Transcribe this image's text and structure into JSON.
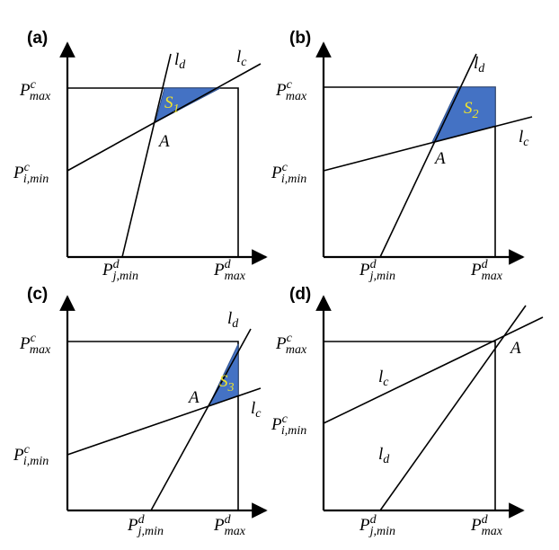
{
  "panels": [
    {
      "label": "(a)",
      "pcmax": {
        "base": "P",
        "sup": "c",
        "sub": "max"
      },
      "pcimin": {
        "base": "P",
        "sup": "c",
        "sub": "i,min"
      },
      "pdjmin": {
        "base": "P",
        "sup": "d",
        "sub": "j,min"
      },
      "pdmax": {
        "base": "P",
        "sup": "d",
        "sub": "max"
      },
      "ld": {
        "base": "l",
        "sub": "d"
      },
      "lc": {
        "base": "l",
        "sub": "c"
      },
      "point": "A",
      "region": {
        "base": "S",
        "sub": "1"
      }
    },
    {
      "label": "(b)",
      "pcmax": {
        "base": "P",
        "sup": "c",
        "sub": "max"
      },
      "pcimin": {
        "base": "P",
        "sup": "c",
        "sub": "i,min"
      },
      "pdjmin": {
        "base": "P",
        "sup": "d",
        "sub": "j,min"
      },
      "pdmax": {
        "base": "P",
        "sup": "d",
        "sub": "max"
      },
      "ld": {
        "base": "l",
        "sub": "d"
      },
      "lc": {
        "base": "l",
        "sub": "c"
      },
      "point": "A",
      "region": {
        "base": "S",
        "sub": "2"
      }
    },
    {
      "label": "(c)",
      "pcmax": {
        "base": "P",
        "sup": "c",
        "sub": "max"
      },
      "pcimin": {
        "base": "P",
        "sup": "c",
        "sub": "i,min"
      },
      "pdjmin": {
        "base": "P",
        "sup": "d",
        "sub": "j,min"
      },
      "pdmax": {
        "base": "P",
        "sup": "d",
        "sub": "max"
      },
      "ld": {
        "base": "l",
        "sub": "d"
      },
      "lc": {
        "base": "l",
        "sub": "c"
      },
      "point": "A",
      "region": {
        "base": "S",
        "sub": "3"
      }
    },
    {
      "label": "(d)",
      "pcmax": {
        "base": "P",
        "sup": "c",
        "sub": "max"
      },
      "pcimin": {
        "base": "P",
        "sup": "c",
        "sub": "i,min"
      },
      "pdjmin": {
        "base": "P",
        "sup": "d",
        "sub": "j,min"
      },
      "pdmax": {
        "base": "P",
        "sup": "d",
        "sub": "max"
      },
      "ld": {
        "base": "l",
        "sub": "d"
      },
      "lc": {
        "base": "l",
        "sub": "c"
      },
      "point": "A"
    }
  ],
  "colors": {
    "region_fill": "#4472c4",
    "region_label": "#f2e52a",
    "lines": "#000000"
  }
}
